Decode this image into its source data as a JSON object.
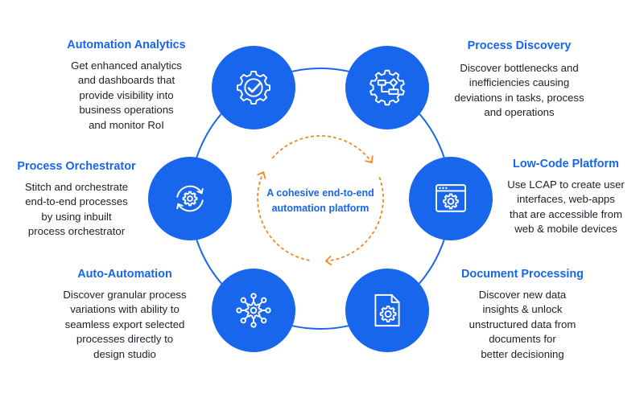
{
  "diagram": {
    "center": {
      "lines": [
        "A cohesive end-to-end",
        "automation platform"
      ]
    },
    "nodes": [
      {
        "title": "Automation Analytics",
        "icon": "gear-check-icon",
        "description": [
          "Get enhanced analytics",
          "and dashboards that",
          "provide visibility into",
          "business operations",
          "and monitor RoI"
        ]
      },
      {
        "title": "Process Discovery",
        "icon": "gear-flowchart-icon",
        "description": [
          "Discover bottlenecks and",
          "inefficiencies causing",
          "deviations in tasks, process",
          "and operations"
        ]
      },
      {
        "title": "Low-Code Platform",
        "icon": "browser-gear-icon",
        "description": [
          "Use LCAP to create user",
          "interfaces, web-apps",
          "that are accessible from",
          "web & mobile devices"
        ]
      },
      {
        "title": "Document Processing",
        "icon": "document-gear-icon",
        "description": [
          "Discover new data",
          "insights & unlock",
          "unstructured data from",
          "documents for",
          "better decisioning"
        ]
      },
      {
        "title": "Auto-Automation",
        "icon": "gear-network-icon",
        "description": [
          "Discover granular process",
          "variations with ability to",
          "seamless export selected",
          "processes directly to",
          "design studio"
        ]
      },
      {
        "title": "Process Orchestrator",
        "icon": "cycle-gear-icon",
        "description": [
          "Stitch and orchestrate",
          "end-to-end processes",
          "by using inbuilt",
          "process orchestrator"
        ]
      }
    ],
    "colors": {
      "primary": "#1766EB",
      "accent": "#F0892B",
      "text": "#1E1E2C",
      "background": "#FFFFFF"
    }
  }
}
